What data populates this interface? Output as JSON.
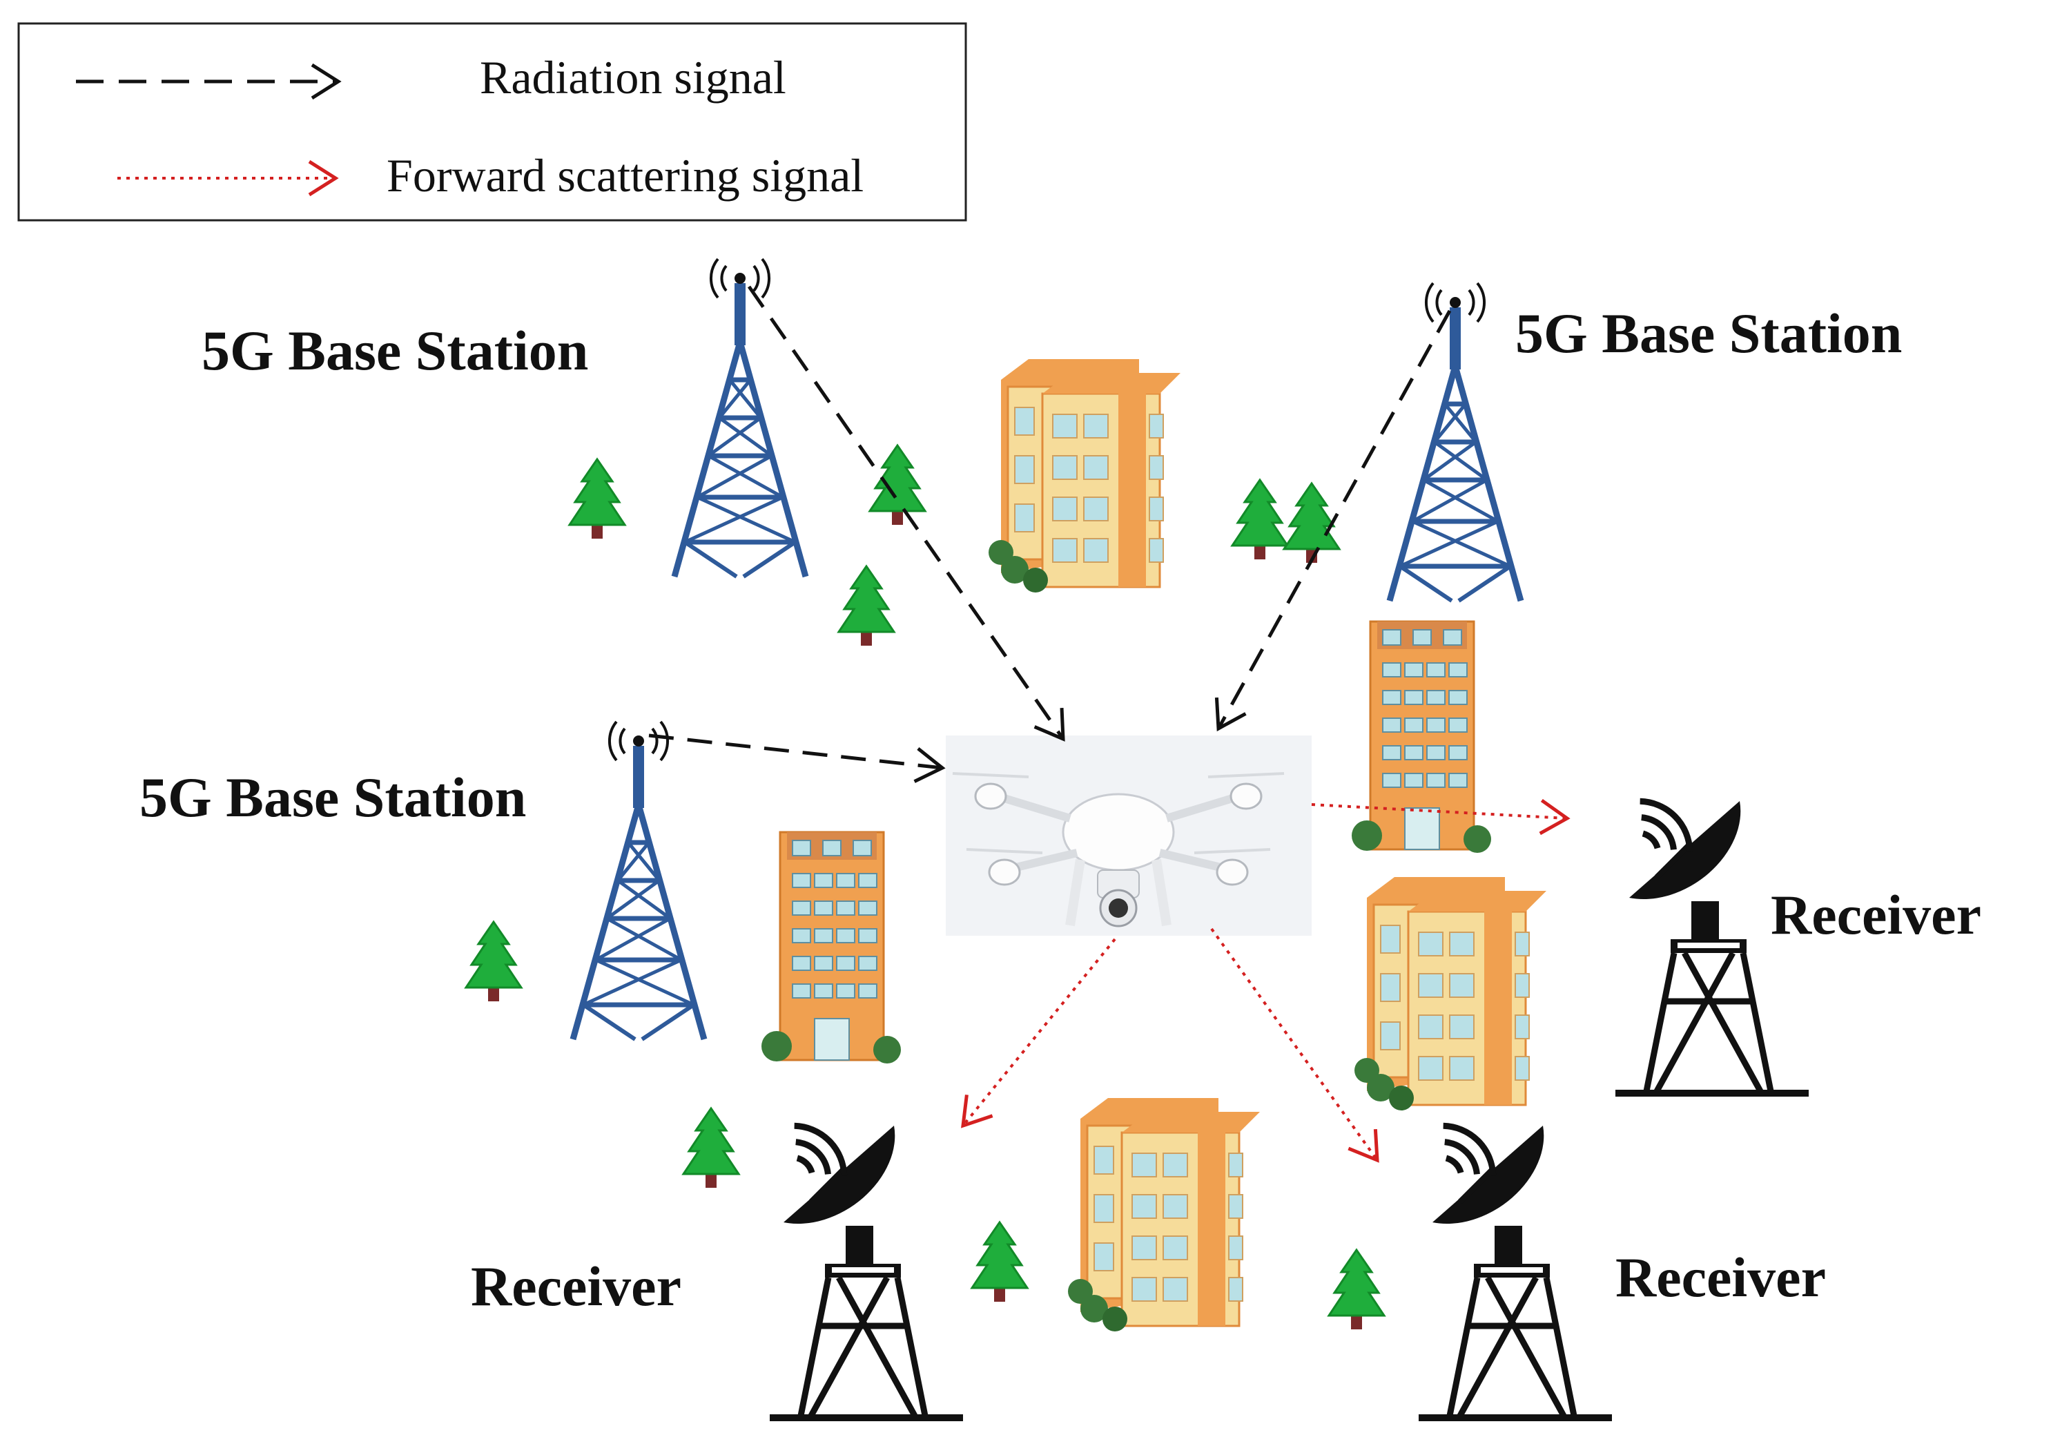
{
  "legend": {
    "radiation_label": "Radiation signal",
    "forward_label": "Forward scattering signal"
  },
  "labels": {
    "bs_top_left": "5G Base Station",
    "bs_top_right": "5G Base Station",
    "bs_mid_left": "5G Base Station",
    "rx_right": "Receiver",
    "rx_bottom_left": "Receiver",
    "rx_bottom_right": "Receiver"
  },
  "colors": {
    "tower": "#2e5a9a",
    "radiation": "#111111",
    "forward": "#d42020",
    "tree_green": "#1fae3c",
    "trunk": "#7a2a2a",
    "building_orange": "#f0a050",
    "building_cream": "#f6dc9a",
    "window": "#b9e0e6",
    "dish": "#111111"
  },
  "icons": {
    "tower": "cell-tower-icon",
    "drone": "drone-icon",
    "dish": "satellite-dish-receiver-icon",
    "tree": "tree-icon",
    "building": "building-icon"
  }
}
